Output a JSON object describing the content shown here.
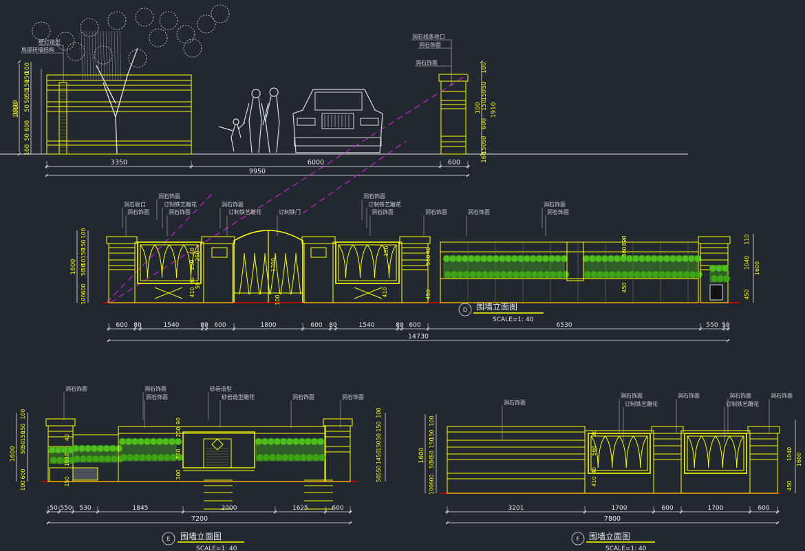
{
  "colors": {
    "background": "#212830",
    "structure": "#ffff00",
    "annotation": "#cfcfcf",
    "dimension": "#e8e8e8",
    "ground": "#e00000",
    "hedge": "#4fbf1e",
    "section_line": "#d020d0",
    "figure": "#dcdcdc"
  },
  "icons": [
    "tree-icon",
    "people-silhouette-icon",
    "car-front-icon",
    "hedge-icon",
    "iron-gate-icon",
    "mailbox-icon",
    "section-marker-icon"
  ],
  "top_elevation": {
    "labels": {
      "lamp": "壁灯造型",
      "brick": "局部砖墙结构",
      "cap": "洞石线条收口",
      "stone_a": "洞石饰面",
      "stone_b": "洞石饰面"
    },
    "left_dims": [
      "1910",
      "160",
      "50",
      "50",
      "600",
      "50",
      "50",
      "50",
      "150",
      "150",
      "50",
      "100"
    ],
    "right_dims": [
      "100",
      "150",
      "50",
      "150",
      "600",
      "50",
      "150",
      "160",
      "1910"
    ],
    "bottom_dims": [
      "3350",
      "6000",
      "600"
    ],
    "total": "9950"
  },
  "elevation_d": {
    "labels": [
      "洞石收口",
      "洞石饰面",
      "洞石饰面",
      "订制铁艺雕花",
      "洞石饰面",
      "洞石饰面",
      "订制铁艺雕花",
      "订制铁门",
      "洞石饰面",
      "订制铁艺雕花",
      "洞石饰面",
      "洞石饰面",
      "洞石饰面",
      "洞石饰面",
      "洞石饰面"
    ],
    "left_dims": [
      "1600",
      "100",
      "600",
      "50",
      "50",
      "50",
      "150",
      "150",
      "100"
    ],
    "inner_dims": [
      "410",
      "80",
      "250",
      "40",
      "50",
      "250",
      "410",
      "1700",
      "100",
      "150",
      "560",
      "40",
      "450",
      "890",
      "360",
      "450"
    ],
    "right_dims": [
      "110",
      "1040",
      "1600",
      "450"
    ],
    "bottom_dims": [
      "600",
      "80",
      "1540",
      "80",
      "600",
      "1800",
      "600",
      "80",
      "1540",
      "80",
      "600",
      "6530",
      "550",
      "50"
    ],
    "total": "14730",
    "marker": "D",
    "title": "围墙立面图",
    "scale": "SCALE=1: 40"
  },
  "elevation_e": {
    "labels": [
      "洞石饰面",
      "洞石饰面",
      "洞石饰面",
      "砂岩造型",
      "砂岩造型雕花",
      "洞石饰面",
      "洞石饰面"
    ],
    "left_dims": [
      "1600",
      "100",
      "600",
      "50",
      "50",
      "150",
      "150",
      "100"
    ],
    "inner_dims": [
      "40",
      "1010",
      "150",
      "200",
      "750",
      "300",
      "90"
    ],
    "right_dims": [
      "100",
      "150",
      "50",
      "150",
      "1450",
      "550",
      "50"
    ],
    "bottom_dims": [
      "50",
      "550",
      "530",
      "1845",
      "2000",
      "1625",
      "600"
    ],
    "total": "7200",
    "marker": "E",
    "title": "围墙立面图",
    "scale": "SCALE=1: 40"
  },
  "elevation_f": {
    "labels": [
      "洞石饰面",
      "洞石饰面",
      "订制铁艺雕花",
      "洞石饰面",
      "洞石饰面",
      "订制铁艺雕花",
      "洞石饰面"
    ],
    "left_dims": [
      "1600",
      "100",
      "600",
      "50",
      "50",
      "50",
      "150",
      "150",
      "100"
    ],
    "inner_dims": [
      "560",
      "410",
      "40",
      "90"
    ],
    "right_dims": [
      "1040",
      "1600",
      "450"
    ],
    "bottom_dims": [
      "3201",
      "1700",
      "600",
      "1700",
      "600"
    ],
    "total": "7800",
    "marker": "F",
    "title": "围墙立面图",
    "scale": "SCALE=1: 40"
  }
}
